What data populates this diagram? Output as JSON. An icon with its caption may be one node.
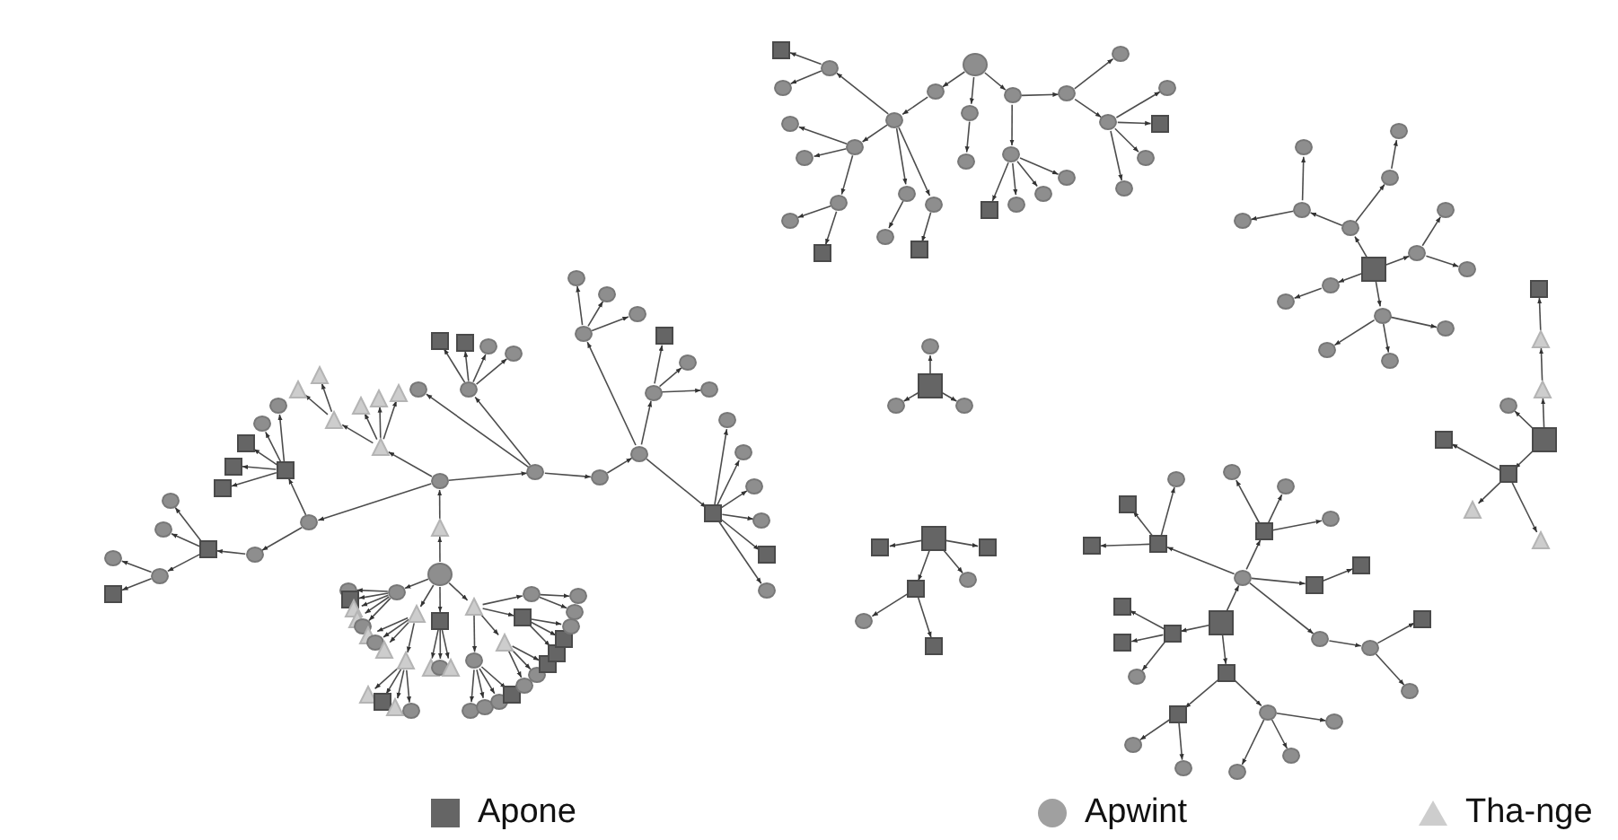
{
  "diagram": {
    "nodes": [
      {
        "text": [],
        "shape": "circle"
      },
      {
        "text": [],
        "shape": "triangle"
      },
      {
        "text": [],
        "shape": "circle"
      },
      {
        "text": [],
        "shape": "circle"
      },
      {
        "text": [],
        "shape": "circle"
      },
      {
        "text": [],
        "shape": "circle"
      },
      {
        "text": [],
        "shape": "box"
      },
      {
        "text": [],
        "shape": "circle"
      },
      {
        "text": [],
        "shape": "box"
      },
      {
        "text": [],
        "shape": "circle"
      },
      {
        "text": [],
        "shape": "circle"
      },
      {
        "text": [],
        "shape": "circle"
      },
      {
        "text": [],
        "shape": "circle"
      },
      {
        "text": [],
        "shape": "circle"
      },
      {
        "text": [],
        "shape": "circle"
      },
      {
        "text": [],
        "shape": "circle"
      },
      {
        "text": [],
        "shape": "box"
      },
      {
        "text": [],
        "shape": "circle"
      },
      {
        "text": [],
        "shape": "circle"
      },
      {
        "text": [],
        "shape": "circle"
      },
      {
        "text": [],
        "shape": "circle"
      },
      {
        "text": [],
        "shape": "circle"
      },
      {
        "text": [],
        "shape": "circle"
      },
      {
        "text": [],
        "shape": "circle"
      },
      {
        "text": [],
        "shape": "box"
      },
      {
        "text": [],
        "shape": "box"
      },
      {
        "text": [],
        "shape": "circle"
      },
      {
        "text": [],
        "shape": "triangle"
      },
      {
        "text": [],
        "shape": "triangle"
      },
      {
        "text": [],
        "shape": "triangle"
      },
      {
        "text": [],
        "shape": "triangle"
      },
      {
        "text": [],
        "shape": "triangle"
      },
      {
        "text": [],
        "shape": "triangle"
      },
      {
        "text": [],
        "shape": "triangle"
      },
      {
        "text": [],
        "shape": "circle"
      },
      {
        "text": [],
        "shape": "box"
      },
      {
        "text": [],
        "shape": "circle"
      },
      {
        "text": [],
        "shape": "circle"
      },
      {
        "text": [],
        "shape": "box"
      },
      {
        "text": [],
        "shape": "box"
      },
      {
        "text": [],
        "shape": "box"
      },
      {
        "text": [],
        "shape": "circle"
      },
      {
        "text": [],
        "shape": "box"
      },
      {
        "text": [],
        "shape": "circle"
      },
      {
        "text": [],
        "shape": "circle"
      },
      {
        "text": [],
        "shape": "circle"
      },
      {
        "text": [],
        "shape": "circle"
      },
      {
        "text": [],
        "shape": "box"
      },
      {
        "text": [],
        "shape": "circle"
      },
      {
        "text": [],
        "shape": "circle"
      },
      {
        "text": [],
        "shape": "box"
      },
      {
        "text": [],
        "shape": "triangle"
      },
      {
        "text": [],
        "shape": "triangle"
      },
      {
        "text": [],
        "shape": "circle"
      },
      {
        "text": [],
        "shape": "triangle"
      },
      {
        "text": [],
        "shape": "triangle"
      },
      {
        "text": [],
        "shape": "circle"
      },
      {
        "text": [],
        "shape": "triangle"
      },
      {
        "text": [],
        "shape": "triangle"
      },
      {
        "text": [],
        "shape": "triangle"
      },
      {
        "text": [],
        "shape": "box"
      },
      {
        "text": [],
        "shape": "triangle"
      },
      {
        "text": [],
        "shape": "circle"
      },
      {
        "text": [],
        "shape": "box"
      },
      {
        "text": [],
        "shape": "triangle"
      },
      {
        "text": [],
        "shape": "circle"
      },
      {
        "text": [],
        "shape": "triangle"
      },
      {
        "text": [],
        "shape": "triangle"
      },
      {
        "text": [],
        "shape": "circle"
      },
      {
        "text": [],
        "shape": "circle"
      },
      {
        "text": [],
        "shape": "circle"
      },
      {
        "text": [],
        "shape": "circle"
      },
      {
        "text": [],
        "shape": "box"
      },
      {
        "text": [],
        "shape": "triangle"
      },
      {
        "text": [],
        "shape": "circle"
      },
      {
        "text": [],
        "shape": "circle"
      },
      {
        "text": [],
        "shape": "box"
      },
      {
        "text": [],
        "shape": "box"
      },
      {
        "text": [],
        "shape": "box"
      },
      {
        "text": [],
        "shape": "box"
      },
      {
        "text": [],
        "shape": "circle"
      },
      {
        "text": [],
        "shape": "circle"
      },
      {
        "text": [],
        "shape": "circle"
      },
      {
        "text": [],
        "shape": "circle"
      },
      {
        "text": [],
        "shape": "circle"
      },
      {
        "text": [],
        "shape": "circle"
      },
      {
        "text": [],
        "shape": "circle"
      },
      {
        "text": [],
        "shape": "circle"
      },
      {
        "text": [],
        "shape": "box"
      },
      {
        "text": [],
        "shape": "circle"
      },
      {
        "text": [],
        "shape": "circle"
      },
      {
        "text": [],
        "shape": "circle"
      },
      {
        "text": [],
        "shape": "circle"
      },
      {
        "text": [],
        "shape": "circle"
      },
      {
        "text": [],
        "shape": "circle"
      },
      {
        "text": [],
        "shape": "box"
      },
      {
        "text": [],
        "shape": "circle"
      },
      {
        "text": [],
        "shape": "circle"
      },
      {
        "text": [],
        "shape": "circle"
      },
      {
        "text": [],
        "shape": "box"
      },
      {
        "text": [],
        "shape": "circle"
      },
      {
        "text": [],
        "shape": "circle"
      },
      {
        "text": [],
        "shape": "circle"
      },
      {
        "text": [],
        "shape": "circle"
      },
      {
        "text": [],
        "shape": "box"
      },
      {
        "text": [],
        "shape": "circle"
      },
      {
        "text": [],
        "shape": "circle"
      },
      {
        "text": [],
        "shape": "circle"
      },
      {
        "text": [],
        "shape": "circle"
      },
      {
        "text": [],
        "shape": "circle"
      },
      {
        "text": [],
        "shape": "circle"
      },
      {
        "text": [],
        "shape": "circle"
      },
      {
        "text": [],
        "shape": "box"
      },
      {
        "text": [],
        "shape": "circle"
      },
      {
        "text": [],
        "shape": "circle"
      },
      {
        "text": [],
        "shape": "box"
      },
      {
        "text": [],
        "shape": "circle"
      },
      {
        "text": [],
        "shape": "circle"
      },
      {
        "text": [],
        "shape": "circle"
      },
      {
        "text": [],
        "shape": "circle"
      },
      {
        "text": [],
        "shape": "circle"
      },
      {
        "text": [],
        "shape": "circle"
      },
      {
        "text": [],
        "shape": "circle"
      },
      {
        "text": [],
        "shape": "circle"
      },
      {
        "text": [],
        "shape": "circle"
      },
      {
        "text": [],
        "shape": "circle"
      },
      {
        "text": [],
        "shape": "circle"
      },
      {
        "text": [],
        "shape": "circle"
      },
      {
        "text": [],
        "shape": "circle"
      },
      {
        "text": [],
        "shape": "circle"
      },
      {
        "text": [],
        "shape": "circle"
      },
      {
        "text": [],
        "shape": "box"
      },
      {
        "text": [],
        "shape": "triangle"
      },
      {
        "text": [],
        "shape": "triangle"
      },
      {
        "text": [],
        "shape": "box"
      },
      {
        "text": [],
        "shape": "circle"
      },
      {
        "text": [],
        "shape": "box"
      },
      {
        "text": [],
        "shape": "box"
      },
      {
        "text": [],
        "shape": "triangle"
      },
      {
        "text": [],
        "shape": "triangle"
      },
      {
        "text": [],
        "shape": "box"
      },
      {
        "text": [],
        "shape": "circle"
      },
      {
        "text": [],
        "shape": "circle"
      },
      {
        "text": [],
        "shape": "circle"
      },
      {
        "text": [],
        "shape": "box"
      },
      {
        "text": [],
        "shape": "box"
      },
      {
        "text": [],
        "shape": "box"
      },
      {
        "text": [],
        "shape": "circle"
      },
      {
        "text": [],
        "shape": "box"
      },
      {
        "text": [],
        "shape": "circle"
      },
      {
        "text": [],
        "shape": "box"
      },
      {
        "text": [],
        "shape": "box"
      },
      {
        "text": [],
        "shape": "circle"
      },
      {
        "text": [],
        "shape": "box"
      },
      {
        "text": [],
        "shape": "box"
      },
      {
        "text": [],
        "shape": "box"
      },
      {
        "text": [],
        "shape": "circle"
      },
      {
        "text": [],
        "shape": "box"
      },
      {
        "text": [],
        "shape": "circle"
      },
      {
        "text": [],
        "shape": "circle"
      },
      {
        "text": [],
        "shape": "circle"
      },
      {
        "text": [],
        "shape": "box"
      },
      {
        "text": [],
        "shape": "box"
      },
      {
        "text": [],
        "shape": "circle"
      },
      {
        "text": [],
        "shape": "circle"
      },
      {
        "text": [],
        "shape": "box"
      },
      {
        "text": [],
        "shape": "circle"
      },
      {
        "text": [],
        "shape": "box"
      },
      {
        "text": [],
        "shape": "circle"
      },
      {
        "text": [],
        "shape": "circle"
      },
      {
        "text": [],
        "shape": "circle"
      },
      {
        "text": [],
        "shape": "circle"
      },
      {
        "text": [],
        "shape": "box"
      },
      {
        "text": [],
        "shape": "circle"
      },
      {
        "text": [],
        "shape": "circle"
      },
      {
        "text": [],
        "shape": "box"
      },
      {
        "text": [],
        "shape": "circle"
      },
      {
        "text": [],
        "shape": "box"
      },
      {
        "text": [],
        "shape": "box"
      }
    ],
    "edges": [
      {
        "from": 0,
        "to": 1,
        "arrow": "to"
      },
      {
        "from": 1,
        "to": 2,
        "arrow": "to"
      },
      {
        "from": 2,
        "to": 3,
        "arrow": "to"
      },
      {
        "from": 3,
        "to": 4,
        "arrow": "to"
      },
      {
        "from": 4,
        "to": 5,
        "arrow": "to"
      },
      {
        "from": 5,
        "to": 6,
        "arrow": "to"
      },
      {
        "from": 6,
        "to": 7,
        "arrow": "to"
      },
      {
        "from": 6,
        "to": 8,
        "arrow": "to"
      },
      {
        "from": 6,
        "to": 9,
        "arrow": "to"
      },
      {
        "from": 6,
        "to": 10,
        "arrow": "to"
      },
      {
        "from": 6,
        "to": 11,
        "arrow": "to"
      },
      {
        "from": 6,
        "to": 12,
        "arrow": "to"
      },
      {
        "from": 5,
        "to": 13,
        "arrow": "to"
      },
      {
        "from": 13,
        "to": 14,
        "arrow": "to"
      },
      {
        "from": 13,
        "to": 15,
        "arrow": "to"
      },
      {
        "from": 13,
        "to": 16,
        "arrow": "to"
      },
      {
        "from": 5,
        "to": 17,
        "arrow": "to"
      },
      {
        "from": 17,
        "to": 18,
        "arrow": "to"
      },
      {
        "from": 17,
        "to": 19,
        "arrow": "to"
      },
      {
        "from": 17,
        "to": 20,
        "arrow": "to"
      },
      {
        "from": 3,
        "to": 21,
        "arrow": "to"
      },
      {
        "from": 21,
        "to": 22,
        "arrow": "to"
      },
      {
        "from": 21,
        "to": 23,
        "arrow": "to"
      },
      {
        "from": 21,
        "to": 24,
        "arrow": "to"
      },
      {
        "from": 21,
        "to": 25,
        "arrow": "to"
      },
      {
        "from": 3,
        "to": 26,
        "arrow": "to"
      },
      {
        "from": 2,
        "to": 27,
        "arrow": "to"
      },
      {
        "from": 27,
        "to": 28,
        "arrow": "to"
      },
      {
        "from": 27,
        "to": 29,
        "arrow": "to"
      },
      {
        "from": 27,
        "to": 30,
        "arrow": "to"
      },
      {
        "from": 27,
        "to": 31,
        "arrow": "to"
      },
      {
        "from": 31,
        "to": 32,
        "arrow": "to"
      },
      {
        "from": 31,
        "to": 33,
        "arrow": "to"
      },
      {
        "from": 2,
        "to": 34,
        "arrow": "to"
      },
      {
        "from": 34,
        "to": 35,
        "arrow": "to"
      },
      {
        "from": 35,
        "to": 36,
        "arrow": "to"
      },
      {
        "from": 35,
        "to": 37,
        "arrow": "to"
      },
      {
        "from": 35,
        "to": 38,
        "arrow": "to"
      },
      {
        "from": 35,
        "to": 39,
        "arrow": "to"
      },
      {
        "from": 35,
        "to": 40,
        "arrow": "to"
      },
      {
        "from": 34,
        "to": 41,
        "arrow": "to"
      },
      {
        "from": 41,
        "to": 42,
        "arrow": "to"
      },
      {
        "from": 42,
        "to": 43,
        "arrow": "to"
      },
      {
        "from": 42,
        "to": 44,
        "arrow": "to"
      },
      {
        "from": 42,
        "to": 45,
        "arrow": "to"
      },
      {
        "from": 45,
        "to": 46,
        "arrow": "to"
      },
      {
        "from": 45,
        "to": 47,
        "arrow": "to"
      },
      {
        "from": 0,
        "to": 48,
        "arrow": "to"
      },
      {
        "from": 48,
        "to": 49,
        "arrow": "to"
      },
      {
        "from": 48,
        "to": 50,
        "arrow": "to"
      },
      {
        "from": 48,
        "to": 51,
        "arrow": "to"
      },
      {
        "from": 48,
        "to": 52,
        "arrow": "to"
      },
      {
        "from": 48,
        "to": 53,
        "arrow": "to"
      },
      {
        "from": 0,
        "to": 54,
        "arrow": "to"
      },
      {
        "from": 54,
        "to": 55,
        "arrow": "to"
      },
      {
        "from": 54,
        "to": 56,
        "arrow": "to"
      },
      {
        "from": 54,
        "to": 57,
        "arrow": "to"
      },
      {
        "from": 54,
        "to": 58,
        "arrow": "to"
      },
      {
        "from": 58,
        "to": 59,
        "arrow": "to"
      },
      {
        "from": 58,
        "to": 60,
        "arrow": "to"
      },
      {
        "from": 58,
        "to": 61,
        "arrow": "to"
      },
      {
        "from": 58,
        "to": 62,
        "arrow": "to"
      },
      {
        "from": 0,
        "to": 63,
        "arrow": "to"
      },
      {
        "from": 63,
        "to": 64,
        "arrow": "to"
      },
      {
        "from": 63,
        "to": 65,
        "arrow": "to"
      },
      {
        "from": 63,
        "to": 66,
        "arrow": "to"
      },
      {
        "from": 0,
        "to": 67,
        "arrow": "to"
      },
      {
        "from": 67,
        "to": 68,
        "arrow": "to"
      },
      {
        "from": 68,
        "to": 69,
        "arrow": "to"
      },
      {
        "from": 68,
        "to": 70,
        "arrow": "to"
      },
      {
        "from": 68,
        "to": 71,
        "arrow": "to"
      },
      {
        "from": 68,
        "to": 72,
        "arrow": "to"
      },
      {
        "from": 67,
        "to": 73,
        "arrow": "to"
      },
      {
        "from": 73,
        "to": 74,
        "arrow": "to"
      },
      {
        "from": 73,
        "to": 75,
        "arrow": "to"
      },
      {
        "from": 73,
        "to": 76,
        "arrow": "to"
      },
      {
        "from": 67,
        "to": 77,
        "arrow": "to"
      },
      {
        "from": 77,
        "to": 78,
        "arrow": "to"
      },
      {
        "from": 77,
        "to": 79,
        "arrow": "to"
      },
      {
        "from": 77,
        "to": 80,
        "arrow": "to"
      },
      {
        "from": 67,
        "to": 81,
        "arrow": "to"
      },
      {
        "from": 81,
        "to": 82,
        "arrow": "to"
      },
      {
        "from": 81,
        "to": 83,
        "arrow": "to"
      },
      {
        "from": 84,
        "to": 85,
        "arrow": "to"
      },
      {
        "from": 85,
        "to": 86,
        "arrow": "to"
      },
      {
        "from": 86,
        "to": 87,
        "arrow": "to"
      },
      {
        "from": 87,
        "to": 88,
        "arrow": "to"
      },
      {
        "from": 87,
        "to": 89,
        "arrow": "to"
      },
      {
        "from": 86,
        "to": 90,
        "arrow": "to"
      },
      {
        "from": 90,
        "to": 91,
        "arrow": "to"
      },
      {
        "from": 90,
        "to": 92,
        "arrow": "to"
      },
      {
        "from": 90,
        "to": 93,
        "arrow": "to"
      },
      {
        "from": 93,
        "to": 94,
        "arrow": "to"
      },
      {
        "from": 93,
        "to": 95,
        "arrow": "to"
      },
      {
        "from": 86,
        "to": 96,
        "arrow": "to"
      },
      {
        "from": 96,
        "to": 97,
        "arrow": "to"
      },
      {
        "from": 86,
        "to": 98,
        "arrow": "to"
      },
      {
        "from": 98,
        "to": 99,
        "arrow": "to"
      },
      {
        "from": 84,
        "to": 100,
        "arrow": "to"
      },
      {
        "from": 100,
        "to": 101,
        "arrow": "to"
      },
      {
        "from": 84,
        "to": 102,
        "arrow": "to"
      },
      {
        "from": 102,
        "to": 103,
        "arrow": "to"
      },
      {
        "from": 103,
        "to": 104,
        "arrow": "to"
      },
      {
        "from": 103,
        "to": 105,
        "arrow": "to"
      },
      {
        "from": 103,
        "to": 106,
        "arrow": "to"
      },
      {
        "from": 103,
        "to": 107,
        "arrow": "to"
      },
      {
        "from": 102,
        "to": 108,
        "arrow": "to"
      },
      {
        "from": 108,
        "to": 109,
        "arrow": "to"
      },
      {
        "from": 109,
        "to": 110,
        "arrow": "to"
      },
      {
        "from": 109,
        "to": 111,
        "arrow": "to"
      },
      {
        "from": 109,
        "to": 112,
        "arrow": "to"
      },
      {
        "from": 109,
        "to": 113,
        "arrow": "to"
      },
      {
        "from": 108,
        "to": 114,
        "arrow": "to"
      },
      {
        "from": 115,
        "to": 116,
        "arrow": "to"
      },
      {
        "from": 116,
        "to": 117,
        "arrow": "to"
      },
      {
        "from": 117,
        "to": 118,
        "arrow": "to"
      },
      {
        "from": 117,
        "to": 119,
        "arrow": "to"
      },
      {
        "from": 116,
        "to": 120,
        "arrow": "to"
      },
      {
        "from": 120,
        "to": 121,
        "arrow": "to"
      },
      {
        "from": 115,
        "to": 122,
        "arrow": "to"
      },
      {
        "from": 122,
        "to": 123,
        "arrow": "to"
      },
      {
        "from": 122,
        "to": 124,
        "arrow": "to"
      },
      {
        "from": 115,
        "to": 125,
        "arrow": "to"
      },
      {
        "from": 125,
        "to": 126,
        "arrow": "to"
      },
      {
        "from": 125,
        "to": 127,
        "arrow": "to"
      },
      {
        "from": 125,
        "to": 128,
        "arrow": "to"
      },
      {
        "from": 115,
        "to": 129,
        "arrow": "to"
      },
      {
        "from": 129,
        "to": 130,
        "arrow": "to"
      },
      {
        "from": 131,
        "to": 132,
        "arrow": "to"
      },
      {
        "from": 132,
        "to": 133,
        "arrow": "to"
      },
      {
        "from": 133,
        "to": 134,
        "arrow": "to"
      },
      {
        "from": 131,
        "to": 135,
        "arrow": "to"
      },
      {
        "from": 131,
        "to": 136,
        "arrow": "to"
      },
      {
        "from": 136,
        "to": 137,
        "arrow": "to"
      },
      {
        "from": 136,
        "to": 138,
        "arrow": "to"
      },
      {
        "from": 136,
        "to": 139,
        "arrow": "to"
      },
      {
        "from": 140,
        "to": 141,
        "arrow": "to"
      },
      {
        "from": 140,
        "to": 142,
        "arrow": "to"
      },
      {
        "from": 140,
        "to": 143,
        "arrow": "to"
      },
      {
        "from": 144,
        "to": 145,
        "arrow": "to"
      },
      {
        "from": 144,
        "to": 146,
        "arrow": "to"
      },
      {
        "from": 144,
        "to": 147,
        "arrow": "to"
      },
      {
        "from": 144,
        "to": 148,
        "arrow": "to"
      },
      {
        "from": 146,
        "to": 149,
        "arrow": "to"
      },
      {
        "from": 146,
        "to": 150,
        "arrow": "to"
      },
      {
        "from": 151,
        "to": 152,
        "arrow": "to"
      },
      {
        "from": 152,
        "to": 153,
        "arrow": "to"
      },
      {
        "from": 153,
        "to": 154,
        "arrow": "to"
      },
      {
        "from": 153,
        "to": 155,
        "arrow": "to"
      },
      {
        "from": 153,
        "to": 156,
        "arrow": "to"
      },
      {
        "from": 152,
        "to": 157,
        "arrow": "to"
      },
      {
        "from": 157,
        "to": 158,
        "arrow": "to"
      },
      {
        "from": 157,
        "to": 159,
        "arrow": "to"
      },
      {
        "from": 157,
        "to": 160,
        "arrow": "to"
      },
      {
        "from": 152,
        "to": 161,
        "arrow": "to"
      },
      {
        "from": 161,
        "to": 162,
        "arrow": "to"
      },
      {
        "from": 152,
        "to": 163,
        "arrow": "to"
      },
      {
        "from": 163,
        "to": 164,
        "arrow": "to"
      },
      {
        "from": 164,
        "to": 165,
        "arrow": "to"
      },
      {
        "from": 164,
        "to": 166,
        "arrow": "to"
      },
      {
        "from": 151,
        "to": 167,
        "arrow": "to"
      },
      {
        "from": 167,
        "to": 168,
        "arrow": "to"
      },
      {
        "from": 168,
        "to": 169,
        "arrow": "to"
      },
      {
        "from": 168,
        "to": 170,
        "arrow": "to"
      },
      {
        "from": 168,
        "to": 171,
        "arrow": "to"
      },
      {
        "from": 167,
        "to": 172,
        "arrow": "to"
      },
      {
        "from": 172,
        "to": 173,
        "arrow": "to"
      },
      {
        "from": 172,
        "to": 174,
        "arrow": "to"
      },
      {
        "from": 151,
        "to": 175,
        "arrow": "to"
      },
      {
        "from": 175,
        "to": 176,
        "arrow": "to"
      },
      {
        "from": 175,
        "to": 177,
        "arrow": "to"
      },
      {
        "from": 175,
        "to": 178,
        "arrow": "to"
      }
    ],
    "legend": [
      {
        "text": "Apone"
      },
      {
        "text": "Apwint"
      },
      {
        "text": "Tha-nge"
      }
    ]
  }
}
